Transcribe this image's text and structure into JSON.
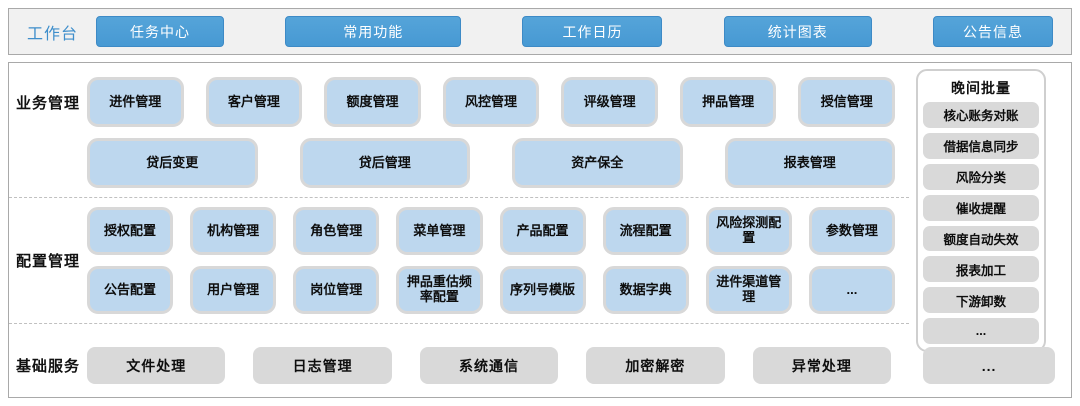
{
  "topbar": {
    "label": "工作台",
    "buttons": [
      "任务中心",
      "常用功能",
      "工作日历",
      "统计图表",
      "公告信息"
    ]
  },
  "sections": {
    "business": {
      "label": "业务管理",
      "row1": [
        "进件管理",
        "客户管理",
        "额度管理",
        "风控管理",
        "评级管理",
        "押品管理",
        "授信管理"
      ],
      "row2": [
        "贷后变更",
        "贷后管理",
        "资产保全",
        "报表管理"
      ]
    },
    "config": {
      "label": "配置管理",
      "row1": [
        "授权配置",
        "机构管理",
        "角色管理",
        "菜单管理",
        "产品配置",
        "流程配置",
        "风险探测配置",
        "参数管理"
      ],
      "row2": [
        "公告配置",
        "用户管理",
        "岗位管理",
        "押品重估频率配置",
        "序列号模版",
        "数据字典",
        "进件渠道管理",
        "..."
      ]
    },
    "base": {
      "label": "基础服务",
      "items": [
        "文件处理",
        "日志管理",
        "系统通信",
        "加密解密",
        "异常处理"
      ],
      "more": "..."
    }
  },
  "sidebar": {
    "title": "晚间批量",
    "items": [
      "核心账务对账",
      "借据信息同步",
      "风险分类",
      "催收提醒",
      "额度自动失效",
      "报表加工",
      "下游卸数",
      "..."
    ]
  },
  "colors": {
    "accent-blue": "#4799d3",
    "box-blue": "#bdd7ee",
    "box-gray": "#d9d9d9",
    "label-blue": "#3e8ecb",
    "border-gray": "#a9a9a9"
  }
}
